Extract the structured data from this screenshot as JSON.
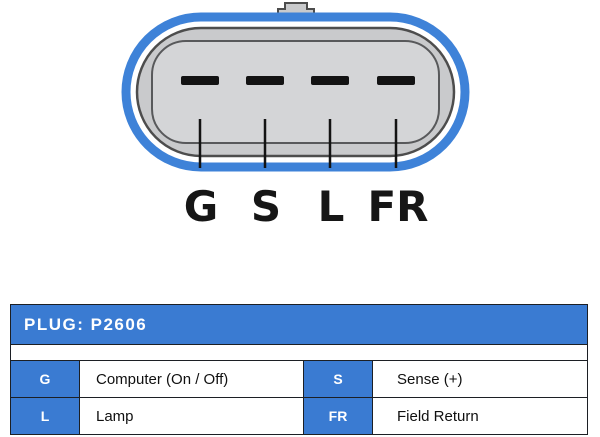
{
  "colors": {
    "accent_blue": "#3a7bd2",
    "border_dark": "#1c1f24",
    "connector_ring_blue": "#3e82d8",
    "connector_body_gray": "#c9cacc",
    "connector_face_gray": "#d4d5d7",
    "pin_black": "#131313"
  },
  "diagram": {
    "pins": [
      "G",
      "S",
      "L",
      "FR"
    ]
  },
  "table": {
    "header": "PLUG: P2606",
    "rows": [
      [
        "G",
        "Computer (On / Off)",
        "S",
        "Sense (+)"
      ],
      [
        "L",
        "Lamp",
        "FR",
        "Field Return"
      ]
    ]
  }
}
